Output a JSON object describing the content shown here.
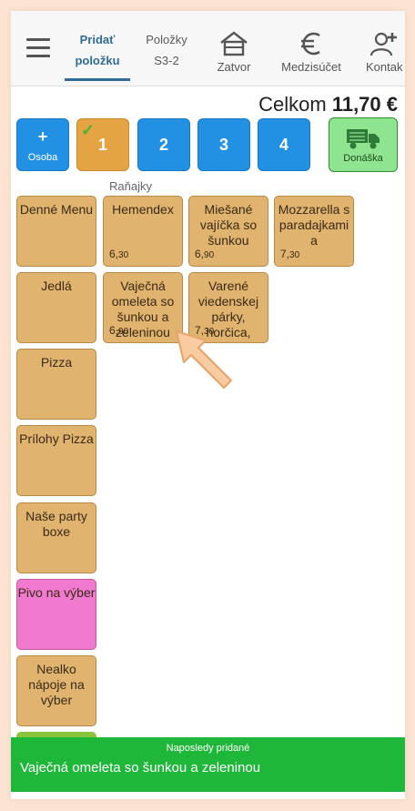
{
  "tabs": [
    {
      "line1": "Pridať",
      "line2": "položku"
    },
    {
      "line1": "Položky",
      "line2": "S3-2"
    }
  ],
  "tools": {
    "close_label": "Zatvor",
    "subtotal_label": "Medzisúčet",
    "contact_label": "Kontak"
  },
  "total": {
    "label": "Celkom",
    "amount": "11,70 €"
  },
  "person_buttons": {
    "add_symbol": "+",
    "add_label": "Osoba",
    "persons": [
      "1",
      "2",
      "3",
      "4"
    ]
  },
  "delivery_label": "Donáška",
  "section_label": "Raňajky",
  "categories": [
    "Denné Menu",
    "Jedlá",
    "Pizza",
    "Prílohy Pizza",
    "Naše party boxe",
    "Pivo na výber",
    "Nealko nápoje na výber"
  ],
  "items": [
    {
      "name": "Hemendex",
      "price_int": "6,",
      "price_dec": "30"
    },
    {
      "name": "Miešané vajíčka so šunkou",
      "price_int": "6,",
      "price_dec": "90"
    },
    {
      "name": "Mozzarella s paradajkami a",
      "price_int": "7,",
      "price_dec": "30"
    },
    {
      "name": "Vaječná omeleta so šunkou a zeleninou",
      "price_int": "6,",
      "price_dec": "90"
    },
    {
      "name": "Varené viedenskej párky, horčica,",
      "price_int": "7,",
      "price_dec": "30"
    }
  ],
  "toast": {
    "title": "Naposledy pridané",
    "text": "Vaječná omeleta so šunkou a zeleninou"
  }
}
